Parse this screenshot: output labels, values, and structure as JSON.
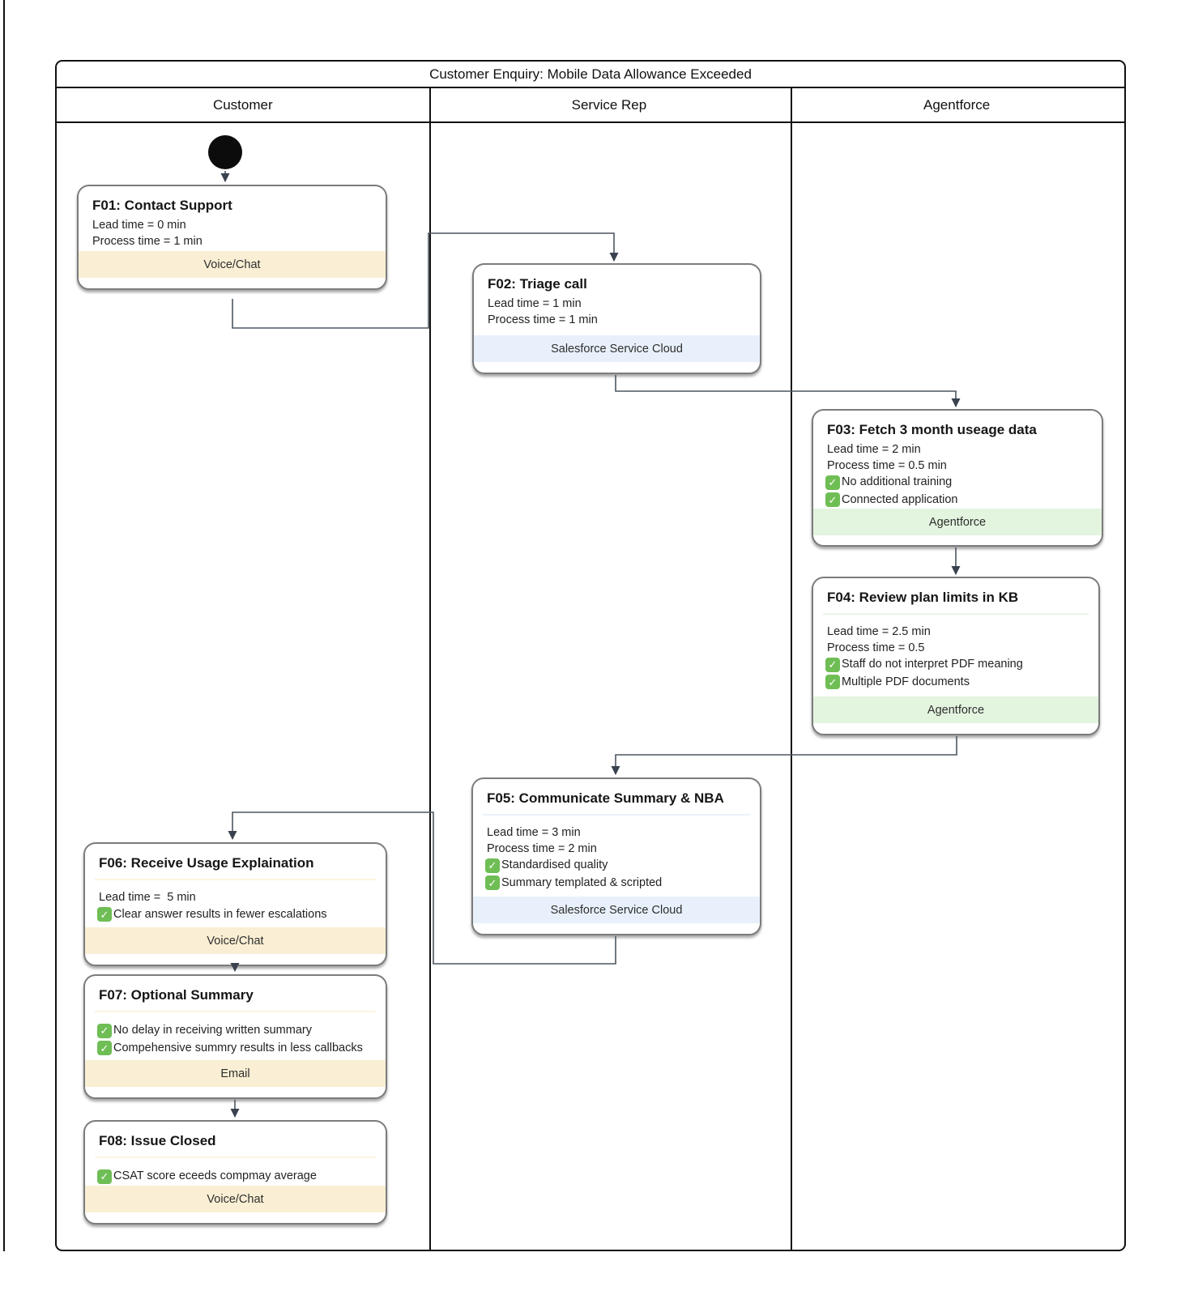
{
  "diagram": {
    "title": "Customer Enquiry: Mobile Data Allowance Exceeded",
    "lanes": [
      {
        "label": "Customer"
      },
      {
        "label": "Service Rep"
      },
      {
        "label": "Agentforce"
      }
    ],
    "start_node": "start",
    "colors": {
      "voice_chat_band": "#FAEFD4",
      "service_cloud_band": "#E8F1FB",
      "agentforce_band": "#E3F4DF",
      "check_green": "#6FBE55",
      "node_border": "#7c7c7c",
      "frame_border": "#111111"
    },
    "nodes": [
      {
        "id": "F01",
        "lane": "Customer",
        "title": "F01: Contact Support",
        "divider": false,
        "lines": [
          "Lead time = 0 min",
          "Process time = 1 min"
        ],
        "checks": [],
        "tag": "Voice/Chat",
        "tag_color": "cream"
      },
      {
        "id": "F02",
        "lane": "Service Rep",
        "title": "F02: Triage call",
        "divider": false,
        "lines": [
          "Lead time = 1 min",
          "Process time = 1 min"
        ],
        "checks": [],
        "tag": "Salesforce Service Cloud",
        "tag_color": "blue"
      },
      {
        "id": "F03",
        "lane": "Agentforce",
        "title": "F03: Fetch 3 month useage data",
        "divider": false,
        "lines": [
          "Lead time = 2 min",
          "Process time = 0.5 min"
        ],
        "checks": [
          "No additional training",
          "Connected application"
        ],
        "tag": "Agentforce",
        "tag_color": "green"
      },
      {
        "id": "F04",
        "lane": "Agentforce",
        "title": "F04: Review plan limits in KB",
        "divider": true,
        "lines": [
          "Lead time = 2.5 min",
          "Process time = 0.5"
        ],
        "checks": [
          "Staff do not interpret PDF meaning",
          "Multiple PDF documents"
        ],
        "tag": "Agentforce",
        "tag_color": "green"
      },
      {
        "id": "F05",
        "lane": "Service Rep",
        "title": "F05: Communicate Summary & NBA",
        "divider": true,
        "lines": [
          "Lead time = 3 min",
          "Process time = 2 min"
        ],
        "checks": [
          "Standardised quality",
          "Summary templated & scripted"
        ],
        "tag": "Salesforce Service Cloud",
        "tag_color": "blue"
      },
      {
        "id": "F06",
        "lane": "Customer",
        "title": "F06: Receive Usage Explaination",
        "divider": true,
        "lines": [
          "Lead time =  5 min"
        ],
        "checks": [
          "Clear answer results in fewer escalations"
        ],
        "tag": "Voice/Chat",
        "tag_color": "cream"
      },
      {
        "id": "F07",
        "lane": "Customer",
        "title": "F07: Optional Summary",
        "divider": true,
        "lines": [],
        "checks": [
          "No delay in receiving written summary",
          "Compehensive summry results in less callbacks"
        ],
        "tag": "Email",
        "tag_color": "cream"
      },
      {
        "id": "F08",
        "lane": "Customer",
        "title": "F08: Issue Closed",
        "divider": true,
        "lines": [],
        "checks": [
          "CSAT score eceeds compmay average"
        ],
        "tag": "Voice/Chat",
        "tag_color": "cream"
      }
    ]
  }
}
